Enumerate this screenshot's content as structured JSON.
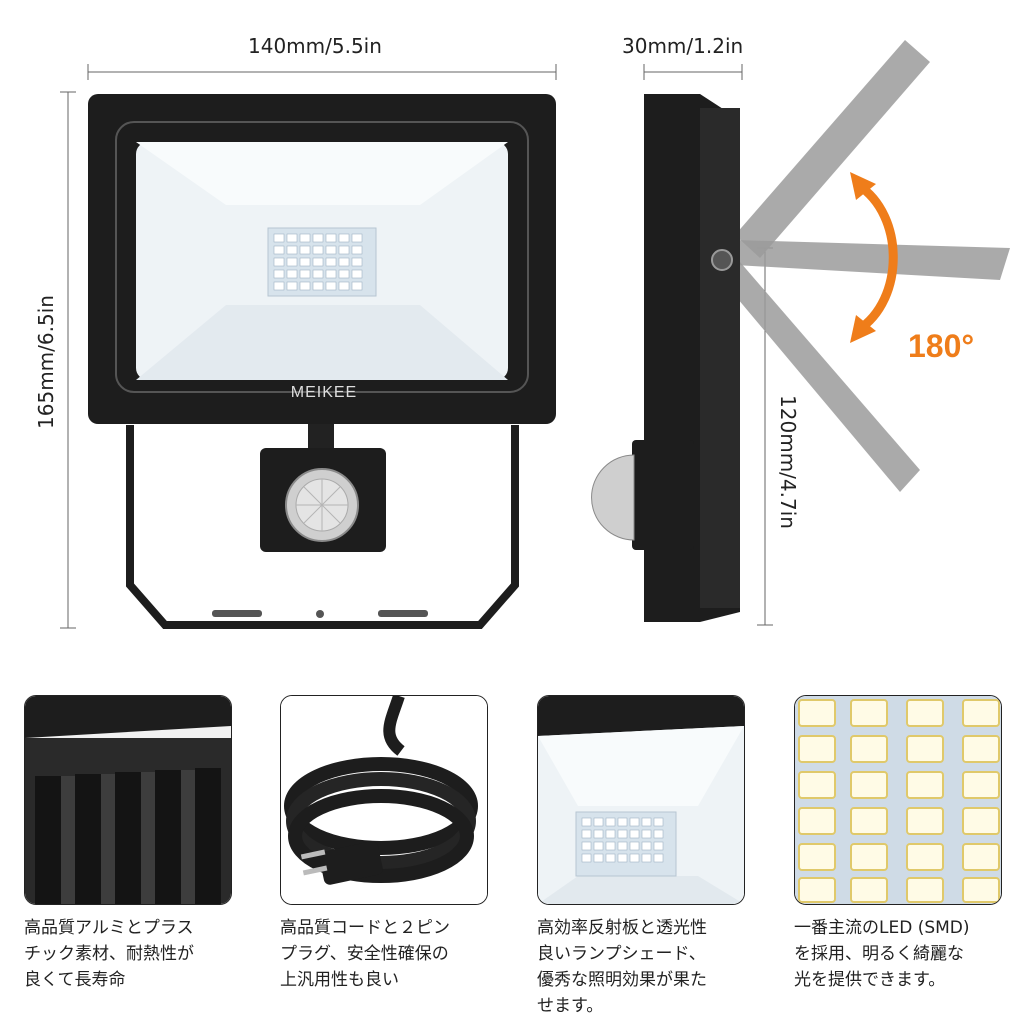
{
  "dimensions": {
    "width_label": "140mm/5.5in",
    "height_label": "165mm/6.5in",
    "depth_label": "30mm/1.2in",
    "mount_label": "120mm/4.7in"
  },
  "product": {
    "brand": "MEIKEE",
    "rotation_label": "180°"
  },
  "features": [
    {
      "caption": "高品質アルミとプラス\nチック素材、耐熱性が\n良くて長寿命"
    },
    {
      "caption": "高品質コードと２ピン\nプラグ、安全性確保の\n上汎用性も良い"
    },
    {
      "caption": "高効率反射板と透光性\n良いランプシェード、\n優秀な照明効果が果た\nせます。"
    },
    {
      "caption": "一番主流のLED (SMD)\nを採用、明るく綺麗な\n光を提供できます。"
    }
  ],
  "colors": {
    "accent": "#ef7d1a",
    "housing": "#1d1d1d",
    "panel_glow": "#eef3f6",
    "arm_gray": "#9b9b9b"
  }
}
